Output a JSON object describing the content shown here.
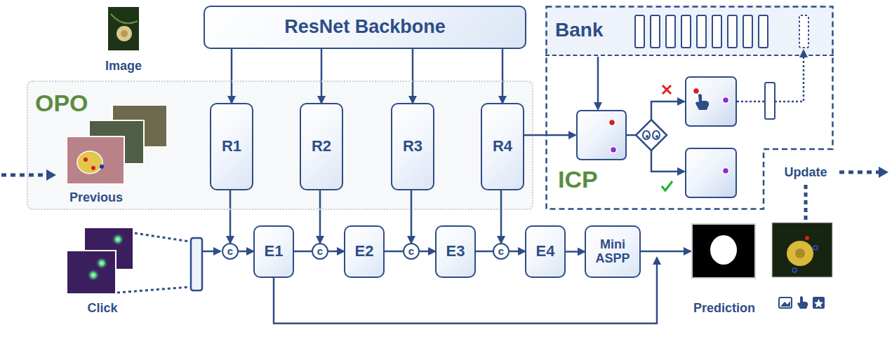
{
  "diagram": {
    "nodes": [
      {
        "text": [
          "ResNet Backbone"
        ]
      },
      {
        "text": [
          "OPO"
        ]
      },
      {
        "text": [
          "R1"
        ],
        "in": 1
      },
      {
        "text": [
          "R2"
        ],
        "in": 1
      },
      {
        "text": [
          "R3"
        ],
        "in": 1
      },
      {
        "text": [
          "R4"
        ],
        "in": 1
      },
      {
        "text": [
          "ICP"
        ]
      },
      {
        "text": [
          "Bank"
        ],
        "in": 6
      },
      {
        "text": [
          "c"
        ]
      },
      {
        "text": [
          "E1"
        ]
      },
      {
        "text": [
          "c"
        ]
      },
      {
        "text": [
          "E2"
        ]
      },
      {
        "text": [
          "c"
        ]
      },
      {
        "text": [
          "E3"
        ]
      },
      {
        "text": [
          "c"
        ]
      },
      {
        "text": [
          "E4"
        ]
      },
      {
        "text": [
          "Mini ASPP"
        ]
      }
    ],
    "edges": [
      {
        "from": 0,
        "to": 2,
        "arrow": "to"
      },
      {
        "from": 0,
        "to": 3,
        "arrow": "to"
      },
      {
        "from": 0,
        "to": 4,
        "arrow": "to"
      },
      {
        "from": 0,
        "to": 5,
        "arrow": "to"
      },
      {
        "from": 2,
        "to": 8,
        "arrow": "to"
      },
      {
        "from": 3,
        "to": 10,
        "arrow": "to"
      },
      {
        "from": 4,
        "to": 12,
        "arrow": "to"
      },
      {
        "from": 5,
        "to": 14,
        "arrow": "to"
      },
      {
        "from": 8,
        "to": 9,
        "arrow": "to"
      },
      {
        "from": 9,
        "to": 10,
        "arrow": "none"
      },
      {
        "from": 10,
        "to": 11,
        "arrow": "to"
      },
      {
        "from": 11,
        "to": 12,
        "arrow": "none"
      },
      {
        "from": 12,
        "to": 13,
        "arrow": "to"
      },
      {
        "from": 13,
        "to": 14,
        "arrow": "none"
      },
      {
        "from": 14,
        "to": 15,
        "arrow": "to"
      },
      {
        "from": 15,
        "to": 16,
        "arrow": "to"
      }
    ],
    "labels": [
      "Image",
      "Previous",
      "Click",
      "Prediction",
      "Update"
    ]
  }
}
